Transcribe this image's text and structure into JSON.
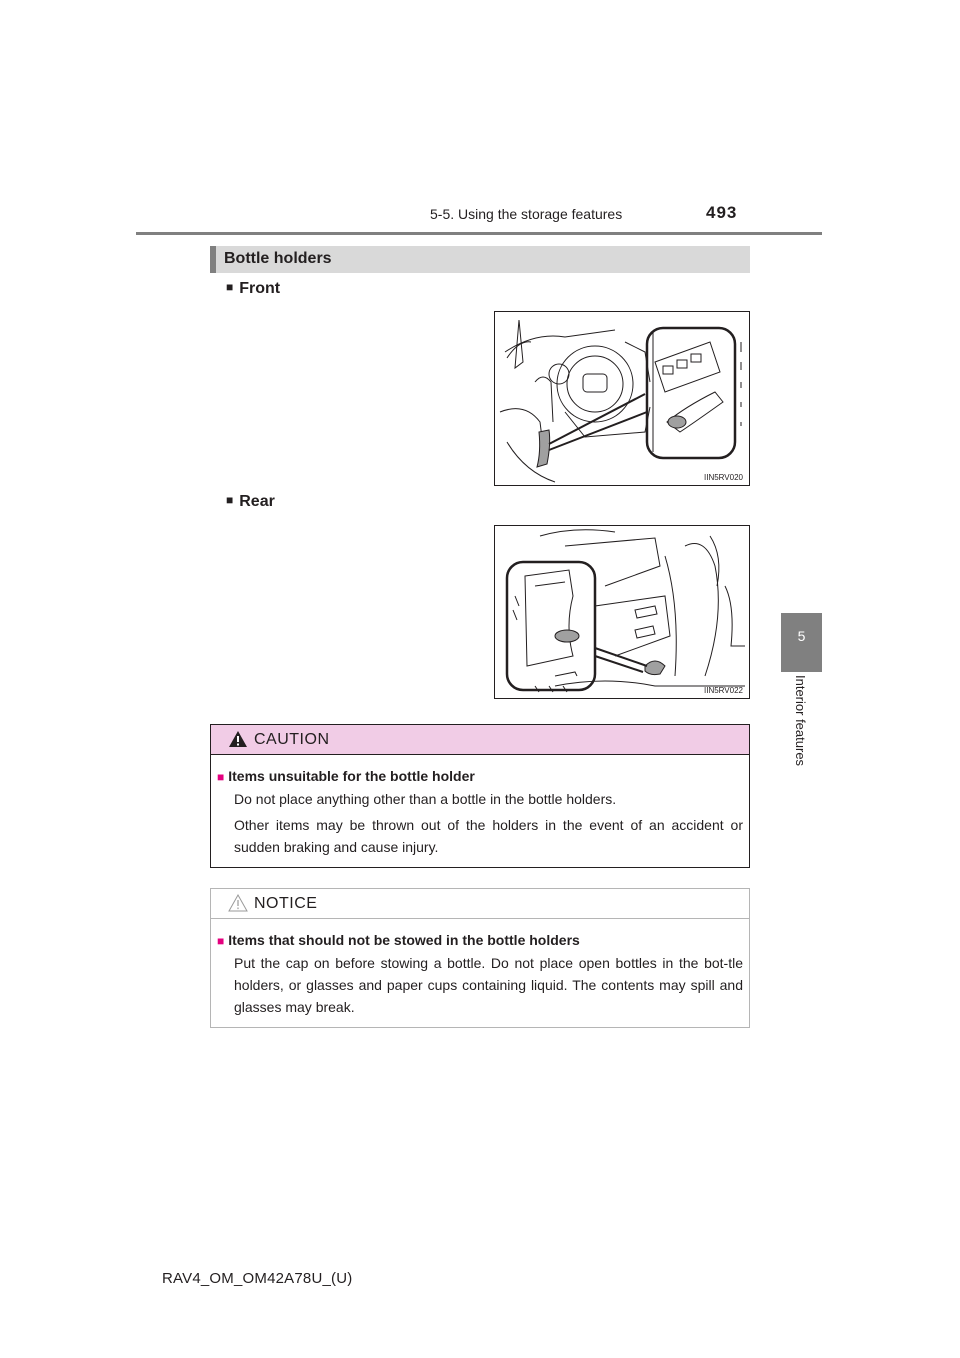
{
  "header": {
    "section": "5-5. Using the storage features",
    "page_number": "493"
  },
  "side_tab": {
    "chapter_number": "5",
    "chapter_title": "Interior features"
  },
  "section": {
    "title": "Bottle holders"
  },
  "subsections": [
    {
      "title": "Front",
      "figure_code": "IIN5RV020"
    },
    {
      "title": "Rear",
      "figure_code": "IIN5RV022"
    }
  ],
  "caution": {
    "title": "CAUTION",
    "heading": "Items unsuitable for the bottle holder",
    "paragraphs": [
      "Do not place anything other than a bottle in the bottle holders.",
      "Other items may be thrown out of the holders in the event of an accident or sudden braking and cause injury."
    ]
  },
  "notice": {
    "title": "NOTICE",
    "heading": "Items that should not be stowed in the bottle holders",
    "paragraphs": [
      "Put the cap on before stowing a bottle. Do not place open bottles in the bot-tle holders, or glasses and paper cups containing liquid. The contents may spill and glasses may break."
    ]
  },
  "footer": {
    "doc_code": "RAV4_OM_OM42A78U_(U)"
  },
  "colors": {
    "caution_header_bg": "#f1cce6",
    "bullet_pink": "#e4007f",
    "tab_gray": "#808080",
    "section_bar_bg": "#d9d9d9"
  }
}
